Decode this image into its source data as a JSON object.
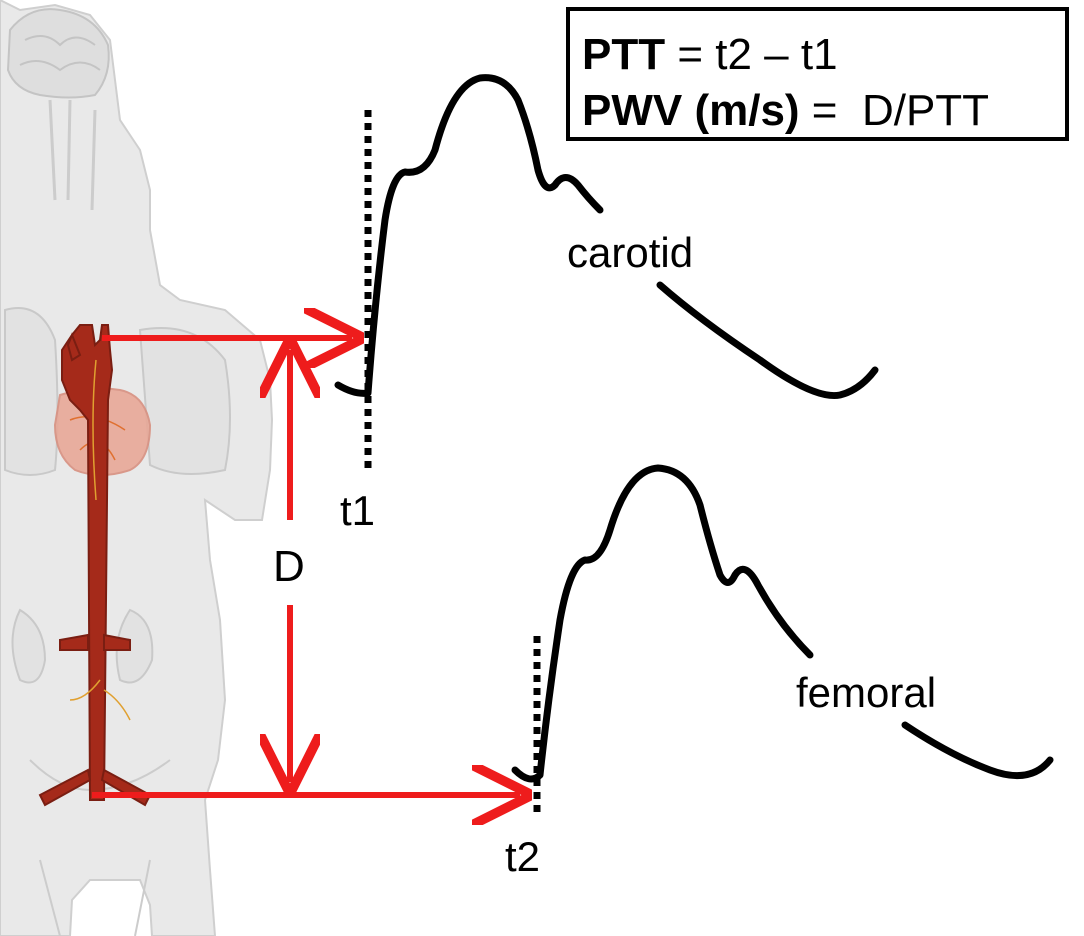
{
  "formula": {
    "ptt_term": "PTT",
    "ptt_expr": " = t2 – t1",
    "pwv_term": "PWV (m/s)",
    "pwv_expr": " =  D/PTT"
  },
  "waveforms": {
    "carotid_label": "carotid",
    "femoral_label": "femoral"
  },
  "markers": {
    "t1": "t1",
    "t2": "t2",
    "distance": "D"
  },
  "colors": {
    "arrow": "#ee1c1c",
    "aorta": "#a52a1a",
    "heart": "#e8a898",
    "body": "#e6e6e6",
    "body_outline": "#c8c8c8",
    "wave": "#000000"
  }
}
